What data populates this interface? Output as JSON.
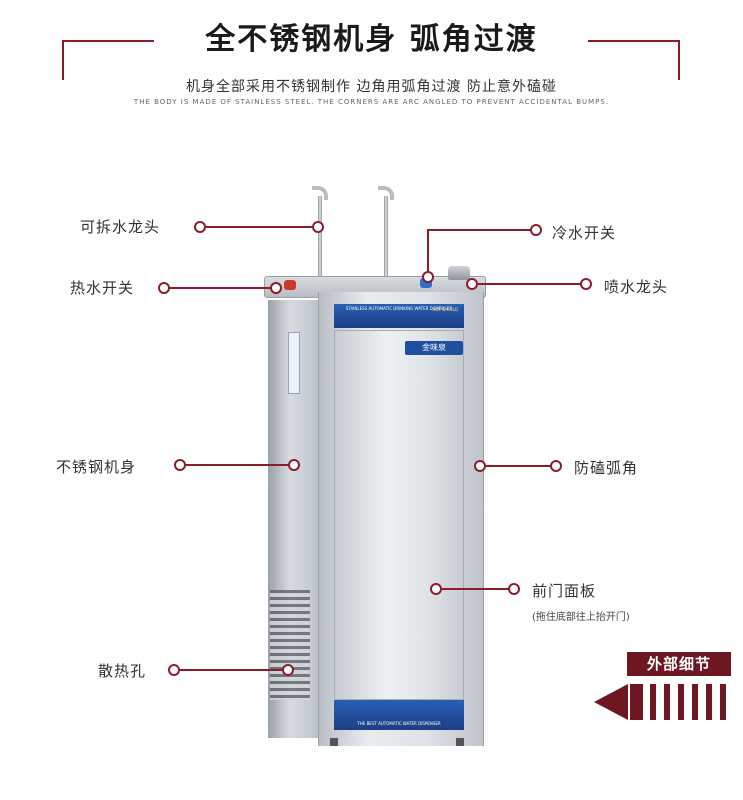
{
  "header": {
    "title": "全不锈钢机身 弧角过渡",
    "subtitle_cn": "机身全部采用不锈钢制作 边角用弧角过渡 防止意外磕碰",
    "subtitle_en": "THE BODY IS MADE OF STAINLESS STEEL. THE CORNERS ARE ARC ANGLED TO PREVENT ACCIDENTAL BUMPS."
  },
  "callouts": {
    "detachable_faucet": "可拆水龙头",
    "hot_water_switch": "热水开关",
    "stainless_body": "不锈钢机身",
    "heat_vents": "散热孔",
    "cold_water_switch": "冷水开关",
    "fountain_faucet": "喷水龙头",
    "anti_bump_corner": "防磕弧角",
    "front_door": "前门面板",
    "front_door_note": "(拖住底部往上抬开门)"
  },
  "product": {
    "strip_top_text": "STAINLESS AUTOMATIC DRINKING WATER DISPENSER",
    "strip_top_badge": "HOT & COLD",
    "brand": "金味泉",
    "strip_bottom_text": "THE BEST AUTOMATIC WATER DISPENSER"
  },
  "section_tag": {
    "label": "外部细节"
  },
  "colors": {
    "accent": "#8a1c2b",
    "tag": "#6e1622",
    "panel_blue": "#1f4f9f"
  }
}
